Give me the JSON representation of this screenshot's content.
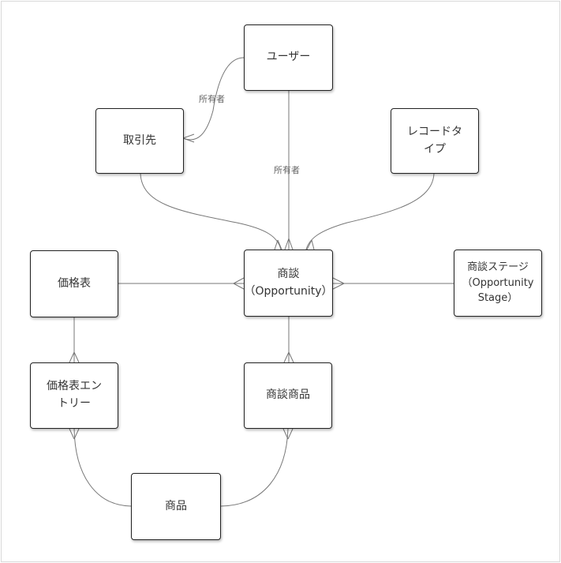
{
  "diagram": {
    "type": "entity-relationship",
    "entities": {
      "user": "ユーザー",
      "account": "取引先",
      "record_type": "レコードタイプ",
      "pricebook": "価格表",
      "opportunity_line1": "商談",
      "opportunity_line2": "（Opportunity）",
      "opportunity_stage_line1": "商談ステージ",
      "opportunity_stage_line2": "（Opportunity",
      "opportunity_stage_line3": "Stage）",
      "pricebook_entry": "価格表エントリー",
      "opportunity_product": "商談商品",
      "product": "商品"
    },
    "relationship_labels": {
      "owner_account": "所有者",
      "owner_opportunity": "所有者"
    },
    "line_color": "#777777",
    "box_border_color": "#222222"
  }
}
